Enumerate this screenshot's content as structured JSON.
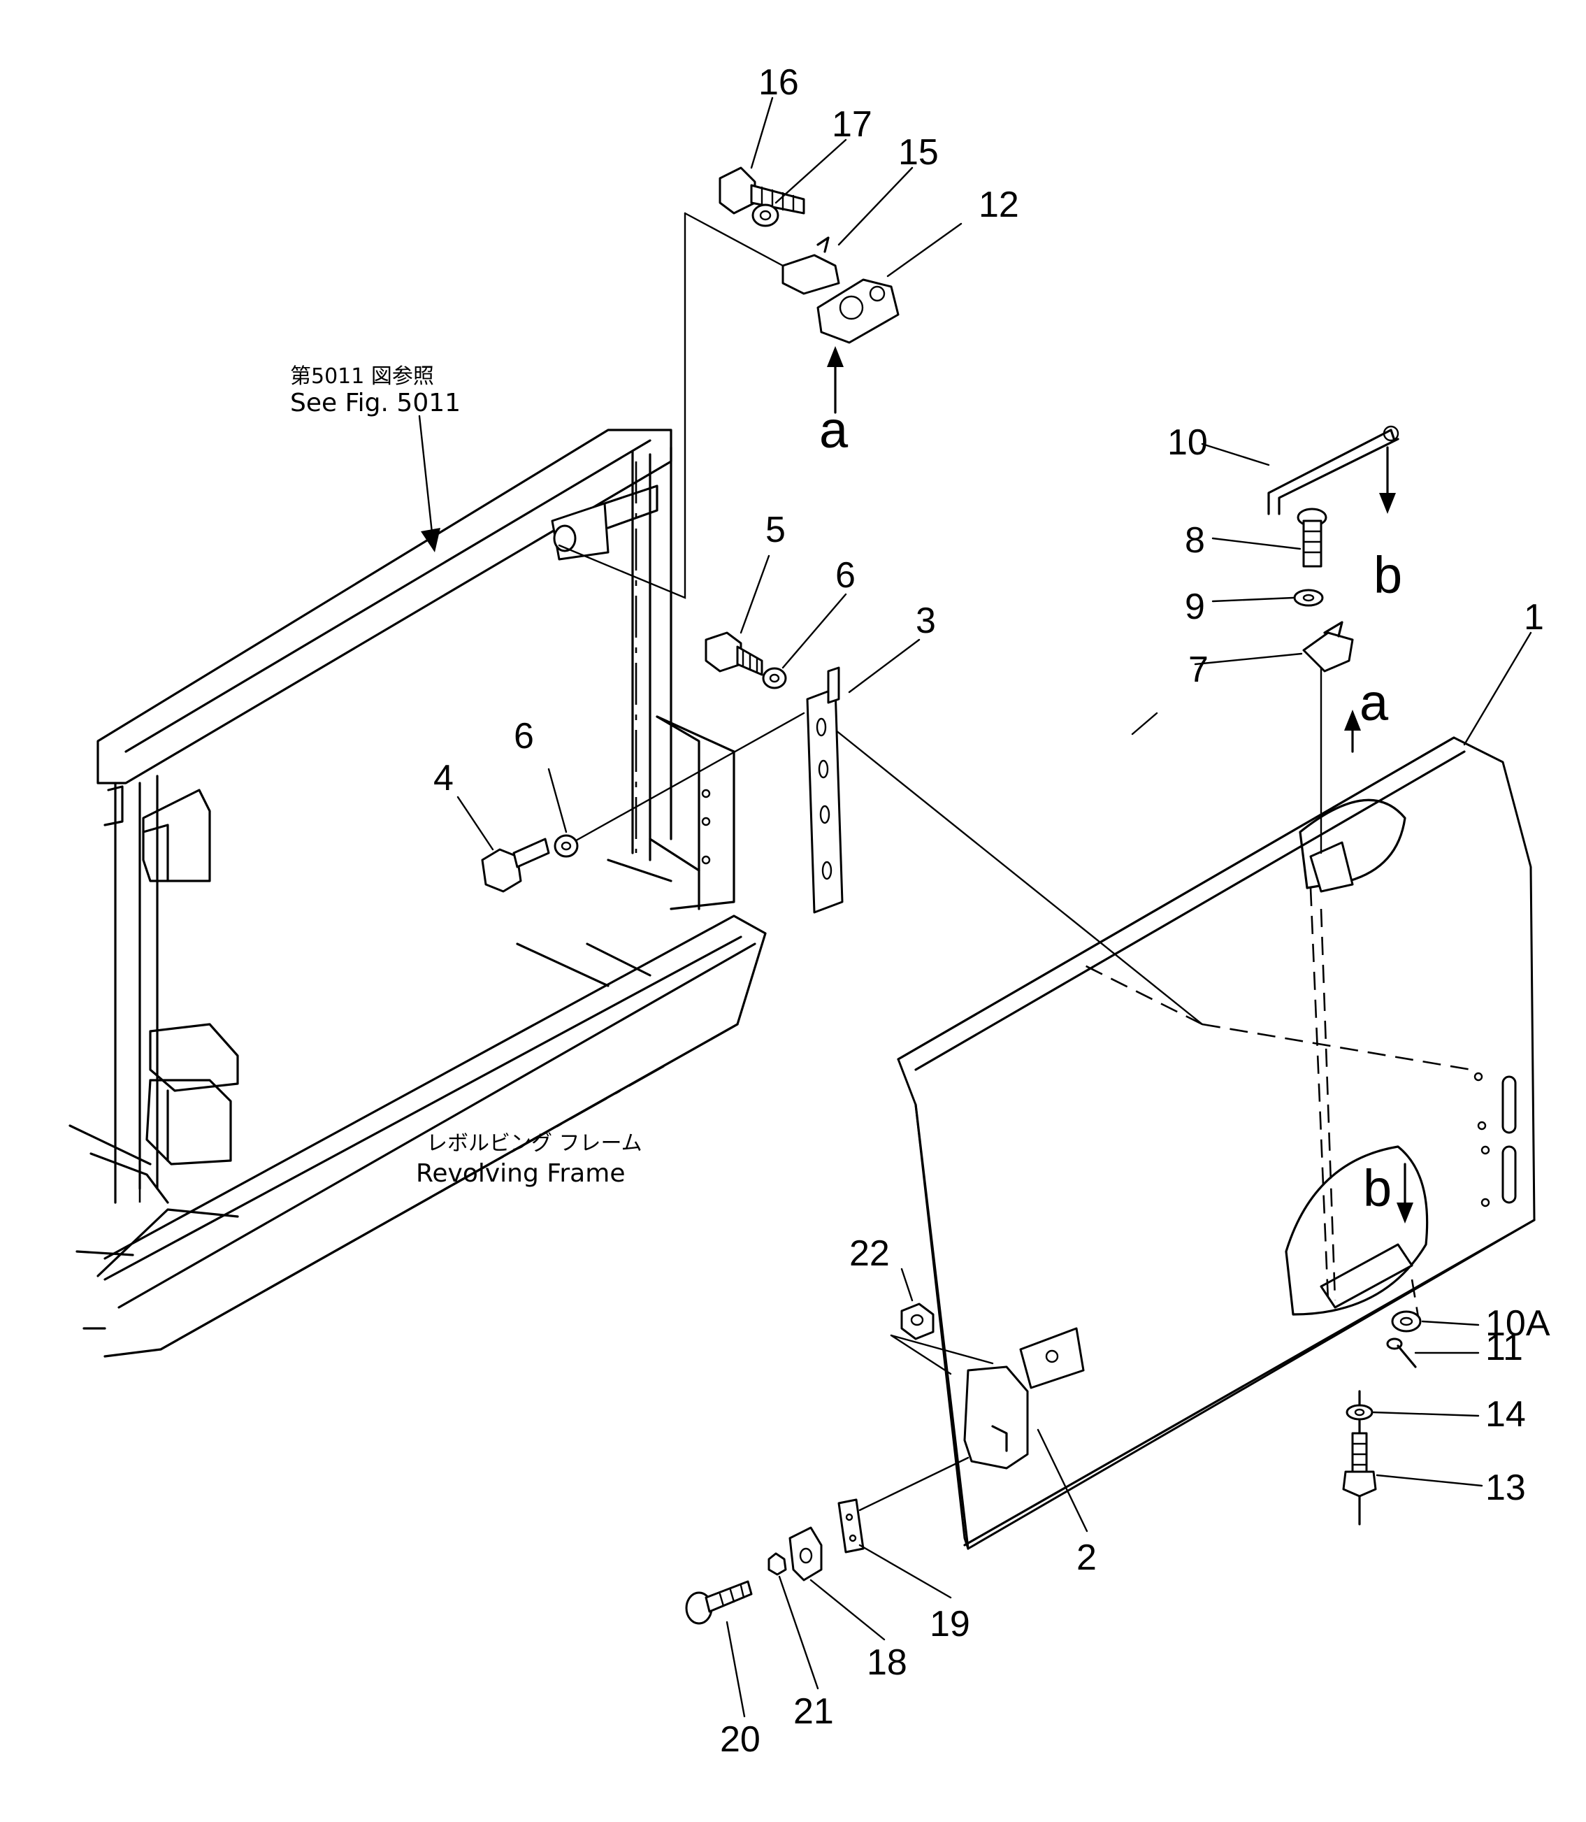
{
  "notes": {
    "see_fig_jp": "第5011 図参照",
    "see_fig_en": "See Fig. 5011",
    "frame_jp": "レボルビング フレーム",
    "frame_en": "Revolving Frame"
  },
  "view_markers": {
    "a_top": "a",
    "a_right": "a",
    "b_top": "b",
    "b_door": "b"
  },
  "callouts": {
    "p1": "1",
    "p2": "2",
    "p3": "3",
    "p4": "4",
    "p5": "5",
    "p6a": "6",
    "p6b": "6",
    "p7": "7",
    "p8": "8",
    "p9": "9",
    "p10": "10",
    "p10a": "10A",
    "p11": "11",
    "p12": "12",
    "p13": "13",
    "p14": "14",
    "p15": "15",
    "p16": "16",
    "p17": "17",
    "p18": "18",
    "p19": "19",
    "p20": "20",
    "p21": "21",
    "p22": "22"
  }
}
